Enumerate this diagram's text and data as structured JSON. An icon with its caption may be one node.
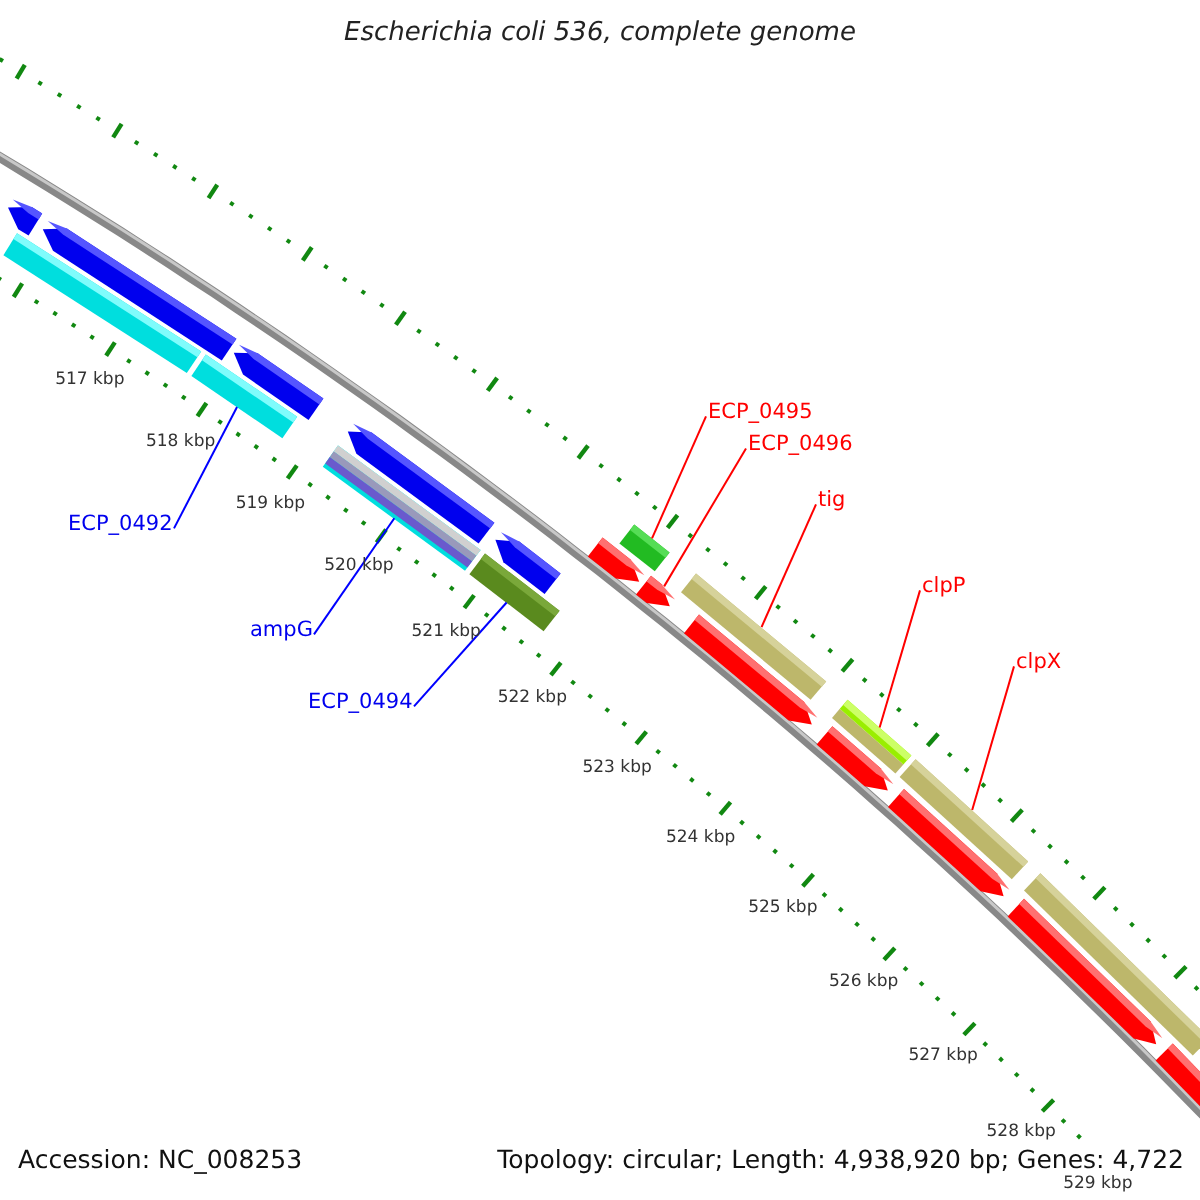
{
  "diagram": {
    "title": "Escherichia coli 536, complete genome",
    "nodes": [
      {
        "text": [
          "ECP_0495"
        ]
      },
      {
        "text": [
          "ECP_0496"
        ]
      },
      {
        "text": [
          "tig"
        ]
      },
      {
        "text": [
          "ECP_0492"
        ]
      },
      {
        "text": [
          "clpP"
        ]
      },
      {
        "text": [
          "ampG"
        ]
      },
      {
        "text": [
          "clpX"
        ]
      },
      {
        "text": [
          "ECP_0494"
        ]
      },
      {
        "text": [],
        "shape": "bar"
      },
      {
        "text": [],
        "shape": "bar"
      },
      {
        "text": [],
        "shape": "bar"
      },
      {
        "text": [],
        "shape": "bar"
      },
      {
        "text": [],
        "shape": "bar"
      },
      {
        "text": [],
        "shape": "bar"
      },
      {
        "text": [],
        "shape": "bar"
      },
      {
        "text": [],
        "shape": "bar"
      },
      {
        "text": [],
        "shape": "bar"
      },
      {
        "text": [],
        "shape": "bar"
      },
      {
        "text": [],
        "shape": "bar"
      },
      {
        "text": [],
        "shape": "bar"
      },
      {
        "text": [],
        "shape": "bar"
      },
      {
        "text": [],
        "shape": "bar"
      },
      {
        "text": [],
        "shape": "bar"
      },
      {
        "text": [],
        "shape": "bar"
      },
      {
        "text": [],
        "shape": "bar"
      },
      {
        "text": [],
        "shape": "bar"
      },
      {
        "text": [],
        "shape": "bar"
      },
      {
        "text": [],
        "shape": "bar"
      },
      {
        "text": [],
        "shape": "bar"
      }
    ],
    "edges": [
      {
        "from": 3,
        "to": 11,
        "arrow": "none",
        "color": "#0000ff"
      },
      {
        "from": 5,
        "to": 14,
        "arrow": "none",
        "color": "#0000ff"
      },
      {
        "from": 7,
        "to": 16,
        "arrow": "none",
        "color": "#0000ff"
      },
      {
        "from": 0,
        "to": 18,
        "arrow": "none"
      },
      {
        "from": 1,
        "to": 19,
        "arrow": "none"
      },
      {
        "from": 2,
        "to": 20,
        "arrow": "none"
      },
      {
        "from": 4,
        "to": 22,
        "arrow": "none"
      },
      {
        "from": 6,
        "to": 24,
        "arrow": "none"
      }
    ],
    "labels": [
      "517 kbp",
      "518 kbp",
      "519 kbp",
      "520 kbp",
      "521 kbp",
      "522 kbp",
      "523 kbp",
      "524 kbp",
      "525 kbp",
      "526 kbp",
      "527 kbp",
      "528 kbp",
      "529 kbp",
      "Accession: NC_008253",
      "Topology: circular; Length: 4,938,920 bp; Genes: 4,722"
    ]
  }
}
